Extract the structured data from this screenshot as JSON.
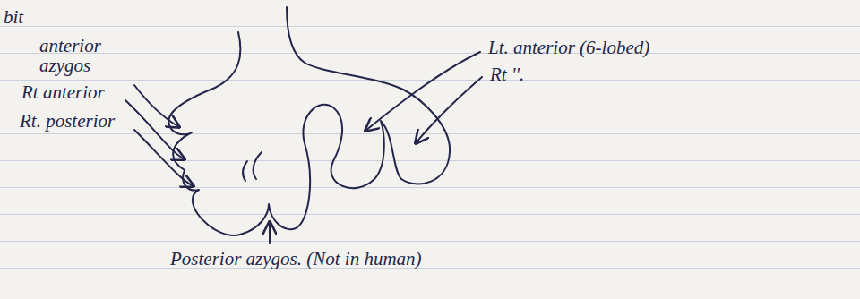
{
  "diagram": {
    "labels": [
      "bit",
      "anterior azygos",
      "Rt anterior",
      "Rt. posterior",
      "Lt. anterior (6-lobed)",
      "Rt ''.",
      "Posterior azygos. (Not in human)"
    ]
  }
}
